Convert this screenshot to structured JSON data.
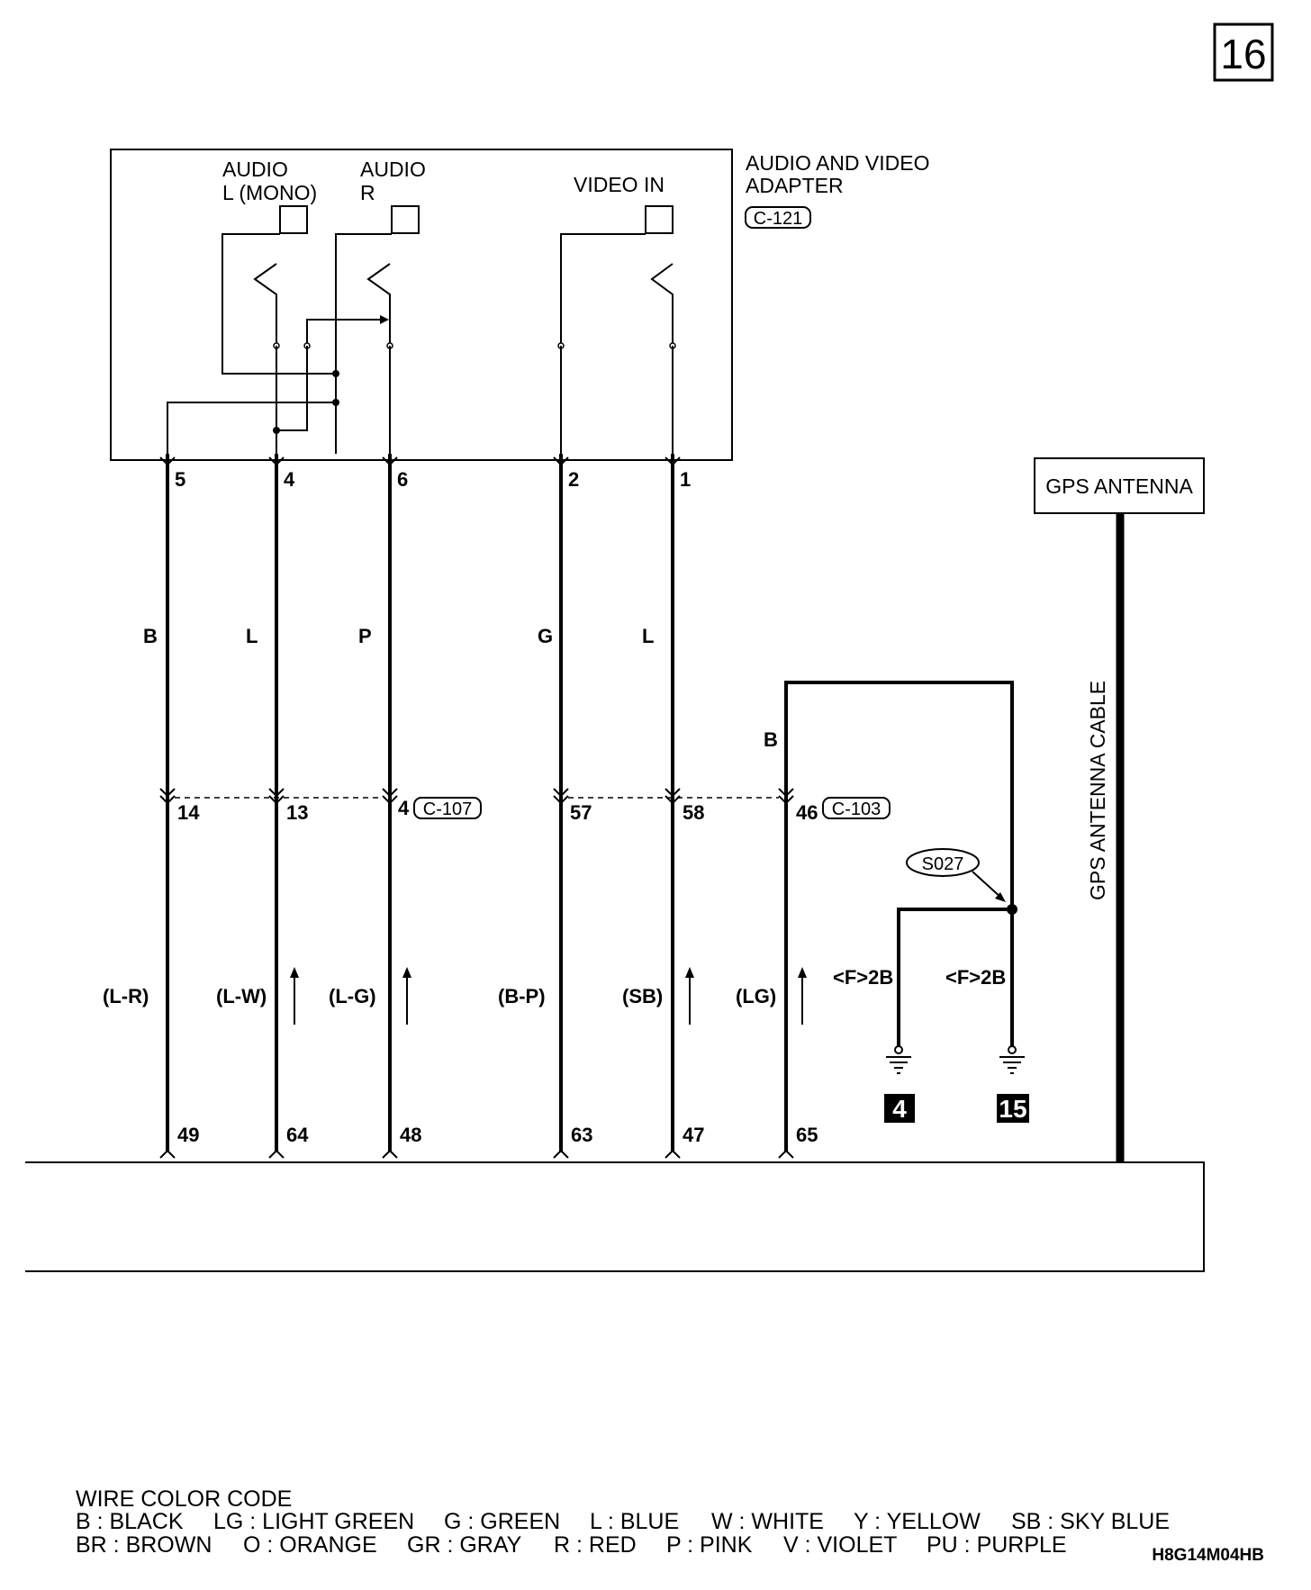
{
  "page_number": "16",
  "adapter": {
    "title_line1": "AUDIO AND VIDEO",
    "title_line2": "ADAPTER",
    "connector": "C-121",
    "jack_audio_l_line1": "AUDIO",
    "jack_audio_l_line2": "L (MONO)",
    "jack_audio_r_line1": "AUDIO",
    "jack_audio_r_line2": "R",
    "jack_video": "VIDEO IN"
  },
  "adapter_pins": [
    "5",
    "4",
    "6",
    "2",
    "1"
  ],
  "wire_colors_upper": [
    "B",
    "L",
    "P",
    "G",
    "L"
  ],
  "branch_wire_color": "B",
  "mid_connector_pins": [
    "14",
    "13",
    "4",
    "57",
    "58",
    "46"
  ],
  "mid_connectors": [
    "C-107",
    "C-103"
  ],
  "lower_wire_colors": [
    "(L-R)",
    "(L-W)",
    "(L-G)",
    "(B-P)",
    "(SB)",
    "(LG)"
  ],
  "bottom_pins": [
    "49",
    "64",
    "48",
    "63",
    "47",
    "65"
  ],
  "splice": "S027",
  "ground_wire_labels": [
    "<F>2B",
    "<F>2B"
  ],
  "ground_points": [
    "4",
    "15"
  ],
  "gps": {
    "box_label": "GPS ANTENNA",
    "cable_label": "GPS ANTENNA CABLE"
  },
  "legend": {
    "title": "WIRE COLOR CODE",
    "row1": [
      "B : BLACK",
      "LG : LIGHT GREEN",
      "G : GREEN",
      "L : BLUE",
      "W : WHITE",
      "Y : YELLOW",
      "SB : SKY BLUE"
    ],
    "row2": [
      "BR : BROWN",
      "O : ORANGE",
      "GR : GRAY",
      "R : RED",
      "P : PINK",
      "V : VIOLET",
      "PU : PURPLE"
    ]
  },
  "diagram_code": "H8G14M04HB"
}
